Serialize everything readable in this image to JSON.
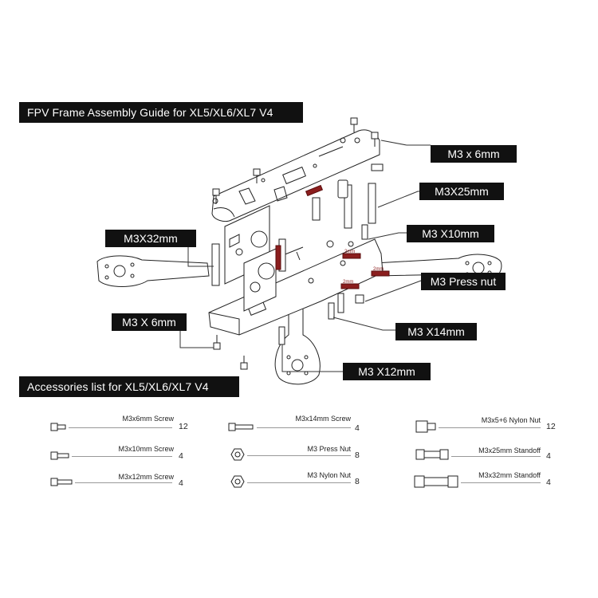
{
  "guide": {
    "assembly_title": "FPV Frame Assembly Guide for XL5/XL6/XL7 V4",
    "accessories_title": "Accessories list for XL5/XL6/XL7  V4"
  },
  "callouts": {
    "m3x6_top": "M3 x 6mm",
    "m3x25": "M3X25mm",
    "m3x32": "M3X32mm",
    "m3x10": "M3 X10mm",
    "press_nut": "M3 Press nut",
    "m3x6_left": "M3 X 6mm",
    "m3x14": "M3 X14mm",
    "m3x12": "M3 X12mm"
  },
  "red_labels": {
    "label": "2mm"
  },
  "accessories": [
    {
      "name": "M3x6mm Screw",
      "qty": "12",
      "icon": "screw-short-icon"
    },
    {
      "name": "M3x10mm Screw",
      "qty": "4",
      "icon": "screw-medium-icon"
    },
    {
      "name": "M3x12mm Screw",
      "qty": "4",
      "icon": "screw-medium-icon"
    },
    {
      "name": "M3x14mm Screw",
      "qty": "4",
      "icon": "screw-long-icon"
    },
    {
      "name": "M3 Press Nut",
      "qty": "8",
      "icon": "press-nut-icon"
    },
    {
      "name": "M3 Nylon Nut",
      "qty": "8",
      "icon": "nylon-nut-icon"
    },
    {
      "name": "M3x5+6 Nylon Nut",
      "qty": "12",
      "icon": "nylon-standoff-nut-icon"
    },
    {
      "name": "M3x25mm Standoff",
      "qty": "4",
      "icon": "standoff-short-icon"
    },
    {
      "name": "M3x32mm Standoff",
      "qty": "4",
      "icon": "standoff-long-icon"
    }
  ]
}
